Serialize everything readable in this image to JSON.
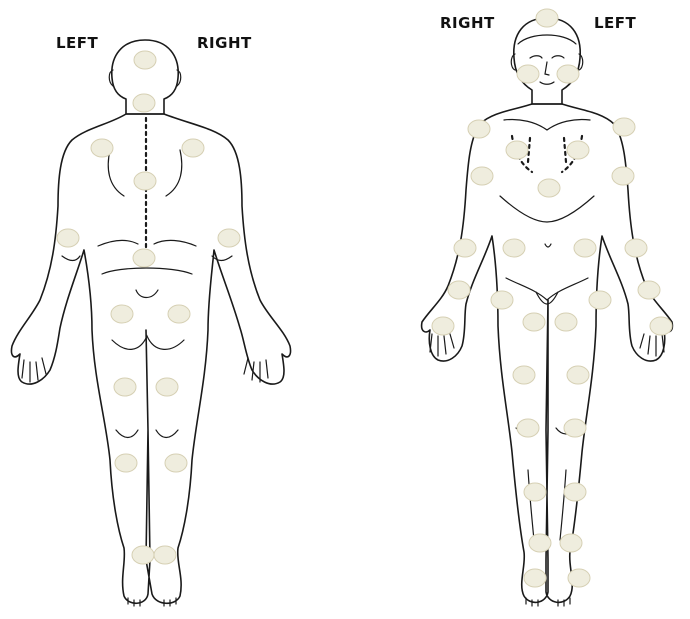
{
  "back_view": {
    "label_left": "LEFT",
    "label_right": "RIGHT"
  },
  "front_view": {
    "label_right": "RIGHT",
    "label_left": "LEFT"
  },
  "colors": {
    "outline": "#1a1a1a",
    "tender_point_fill": "#efedde",
    "tender_point_stroke": "#d6d0b4",
    "background": "#ffffff"
  }
}
